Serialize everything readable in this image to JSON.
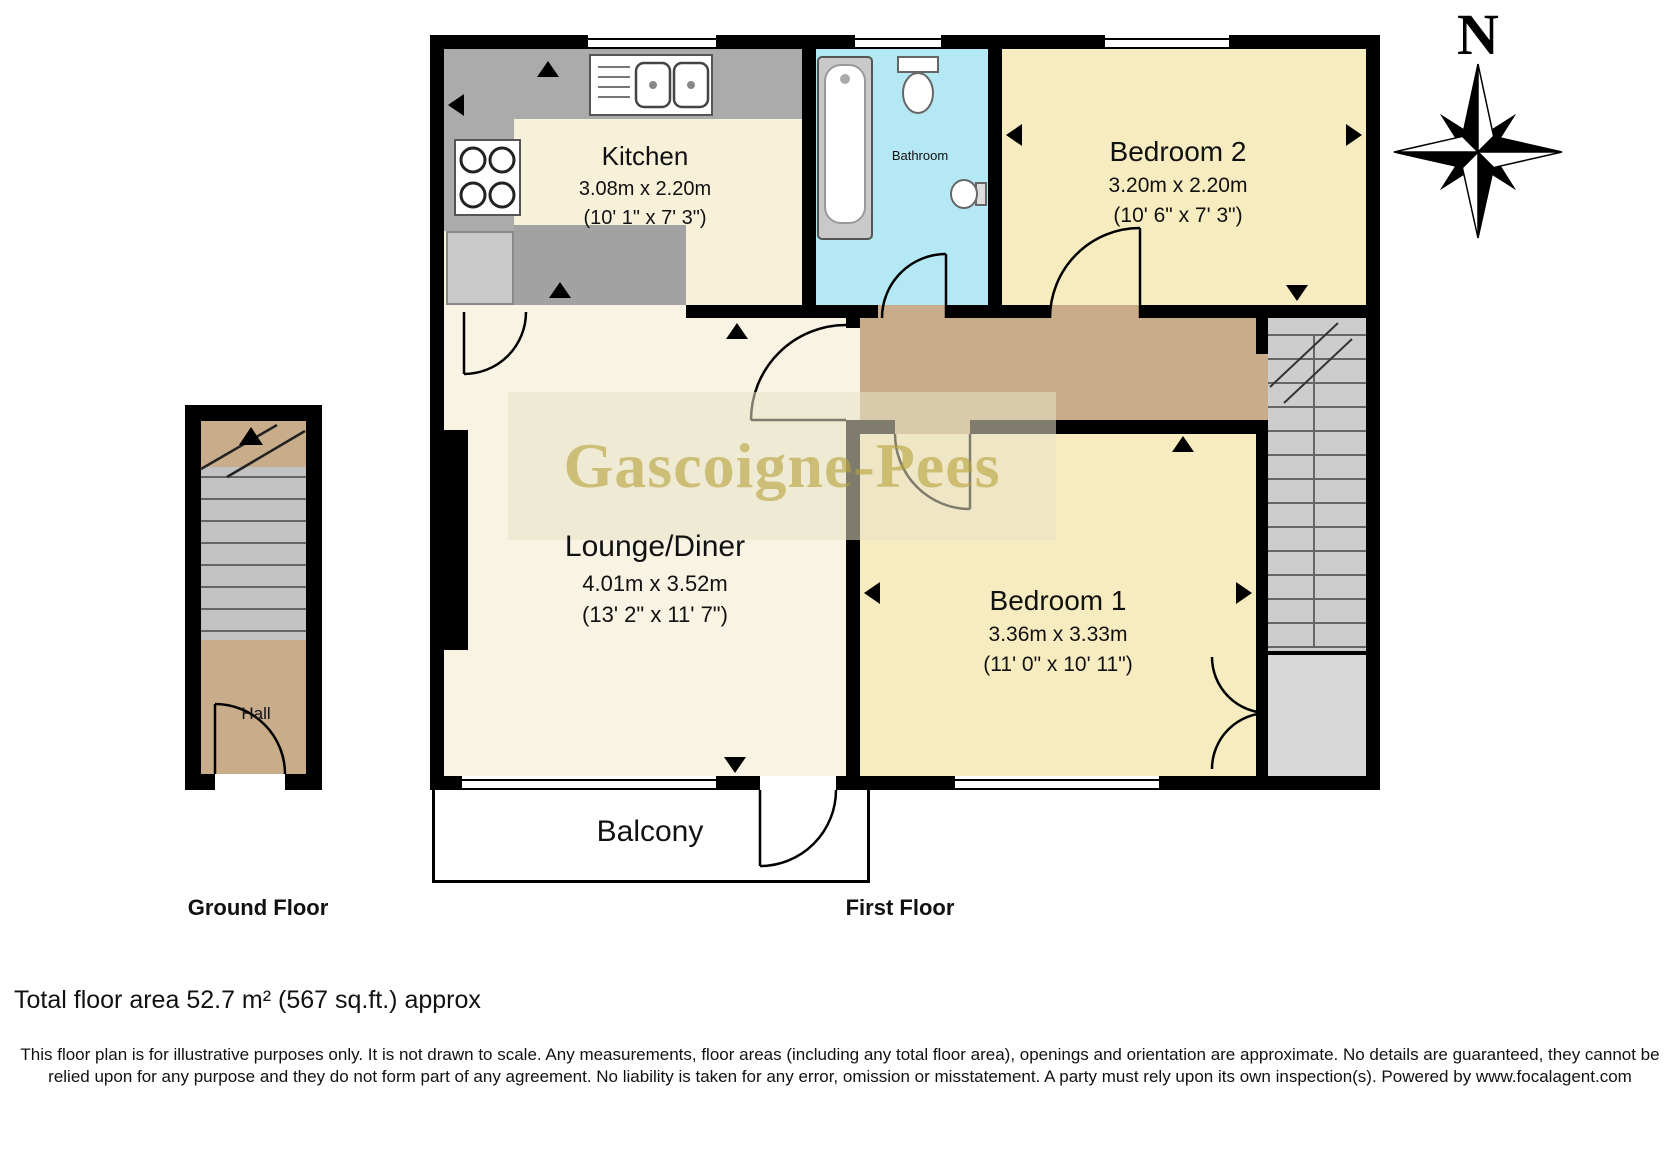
{
  "compass": {
    "label": "N"
  },
  "watermark": {
    "text": "Gascoigne-Pees"
  },
  "first_floor": {
    "label": "First Floor",
    "rooms": {
      "kitchen": {
        "name": "Kitchen",
        "dims_metric": "3.08m x 2.20m",
        "dims_imperial": "(10' 1\" x 7' 3\")"
      },
      "bathroom": {
        "name": "Bathroom"
      },
      "bedroom2": {
        "name": "Bedroom 2",
        "dims_metric": "3.20m x 2.20m",
        "dims_imperial": "(10' 6\" x 7' 3\")"
      },
      "lounge_diner": {
        "name": "Lounge/Diner",
        "dims_metric": "4.01m x 3.52m",
        "dims_imperial": "(13' 2\" x 11' 7\")"
      },
      "bedroom1": {
        "name": "Bedroom 1",
        "dims_metric": "3.36m x 3.33m",
        "dims_imperial": "(11' 0\" x 10' 11\")"
      },
      "balcony": {
        "name": "Balcony"
      }
    }
  },
  "ground_floor": {
    "label": "Ground Floor",
    "rooms": {
      "hall": {
        "name": "Hall"
      }
    }
  },
  "footer": {
    "total_area": "Total floor area 52.7 m² (567 sq.ft.) approx",
    "disclaimer": "This floor plan is for illustrative purposes only. It is not drawn to scale. Any measurements, floor areas (including any total floor area), openings and orientation are approximate. No details are guaranteed, they cannot be relied upon for any purpose and they do not form part of any agreement. No liability is taken for any error, omission or misstatement. A party must rely upon its own inspection(s). Powered by www.focalagent.com"
  },
  "colors": {
    "wall": "#000000",
    "kitchen_floor": "#f7f1da",
    "lounge_floor": "#f8f3e2",
    "bedroom_floor": "#f7ecc0",
    "bathroom_floor": "#b4e8f5",
    "hall_floor": "#c9ad8b",
    "stairs": "#cdcdcd",
    "counter": "#ababab",
    "watermark_text": "#b7a33e"
  }
}
